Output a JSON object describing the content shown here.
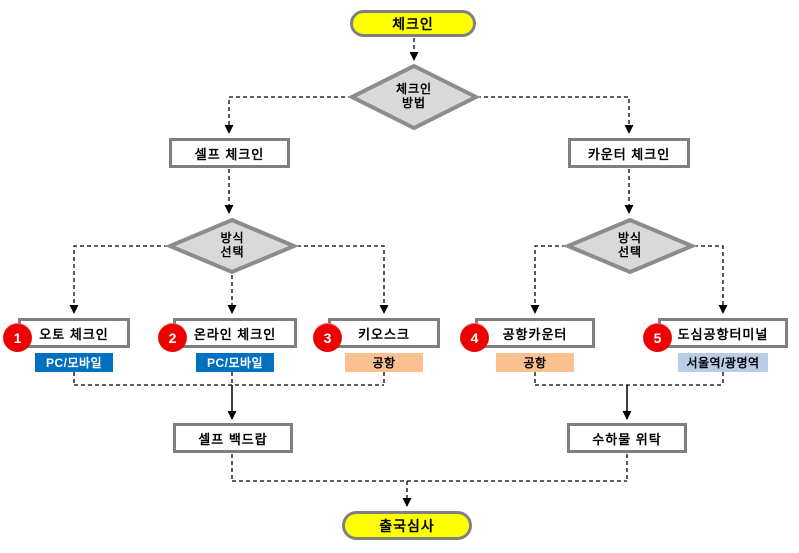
{
  "flowchart": {
    "start": {
      "label": "체크인"
    },
    "decision_method": {
      "line1": "체크인",
      "line2": "방법"
    },
    "self_branch": {
      "label": "셀프 체크인"
    },
    "counter_branch": {
      "label": "카운터 체크인"
    },
    "decision_self": {
      "line1": "방식",
      "line2": "선택"
    },
    "decision_counter": {
      "line1": "방식",
      "line2": "선택"
    },
    "options": [
      {
        "number": "1",
        "label": "오토 체크인",
        "channel": "PC/모바일",
        "channel_bg": "#0070C0",
        "channel_fg": "#FFFFFF"
      },
      {
        "number": "2",
        "label": "온라인 체크인",
        "channel": "PC/모바일",
        "channel_bg": "#0070C0",
        "channel_fg": "#FFFFFF"
      },
      {
        "number": "3",
        "label": "키오스크",
        "channel": "공항",
        "channel_bg": "#FAC090",
        "channel_fg": "#000000"
      },
      {
        "number": "4",
        "label": "공항카운터",
        "channel": "공항",
        "channel_bg": "#FAC090",
        "channel_fg": "#000000"
      },
      {
        "number": "5",
        "label": "도심공항터미널",
        "channel": "서울역/광명역",
        "channel_bg": "#B9CDE5",
        "channel_fg": "#000000"
      }
    ],
    "self_bagdrop": {
      "label": "셀프 백드랍"
    },
    "baggage_drop": {
      "label": "수하물 위탁"
    },
    "end": {
      "label": "출국심사"
    },
    "colors": {
      "terminal_fill": "#FFFF00",
      "terminal_border": "#808080",
      "decision_fill": "#D9D9D9",
      "decision_border": "#8C8C8C",
      "process_border": "#7F7F7F",
      "badge_bg": "#EE0000",
      "badge_fg": "#FFFFFF",
      "connector": "#000000"
    }
  }
}
